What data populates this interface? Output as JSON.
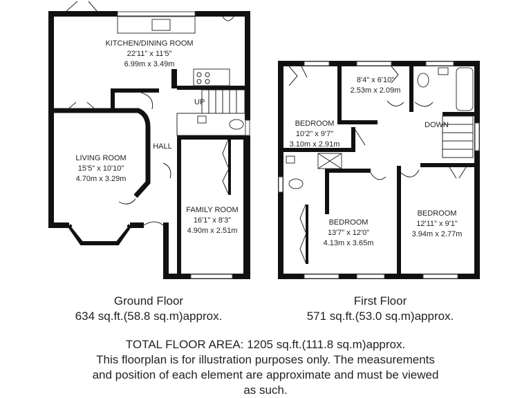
{
  "ground_floor": {
    "label": "Ground Floor",
    "area": "634 sq.ft.(58.8 sq.m)approx.",
    "rooms": {
      "kitchen": {
        "name": "KITCHEN/DINING ROOM",
        "imperial": "22'11\" x 11'5\"",
        "metric": "6.99m x 3.49m"
      },
      "living": {
        "name": "LIVING ROOM",
        "imperial": "15'5\" x 10'10\"",
        "metric": "4.70m x 3.29m"
      },
      "hall": {
        "name": "HALL"
      },
      "family": {
        "name": "FAMILY ROOM",
        "imperial": "16'1\" x 8'3\"",
        "metric": "4.90m x 2.51m"
      }
    },
    "stair_label": "UP"
  },
  "first_floor": {
    "label": "First Floor",
    "area": "571 sq.ft.(53.0 sq.m)approx.",
    "rooms": {
      "small": {
        "imperial": "8'4\" x 6'10\"",
        "metric": "2.53m x 2.09m"
      },
      "bed_left": {
        "name": "BEDROOM",
        "imperial": "10'2\" x 9'7\"",
        "metric": "3.10m x 2.91m"
      },
      "bed_mid": {
        "name": "BEDROOM",
        "imperial": "13'7\" x 12'0\"",
        "metric": "4.13m x 3.65m"
      },
      "bed_right": {
        "name": "BEDROOM",
        "imperial": "12'11\" x 9'1\"",
        "metric": "3.94m x 2.77m"
      }
    },
    "stair_label": "DOWN"
  },
  "footer": {
    "line1": "TOTAL FLOOR AREA: 1205 sq.ft.(111.8 sq.m)approx.",
    "line2": "This floorplan is for illustration purposes only. The measurements",
    "line3": "and position of each element are approximate and must be viewed",
    "line4": "as such."
  }
}
